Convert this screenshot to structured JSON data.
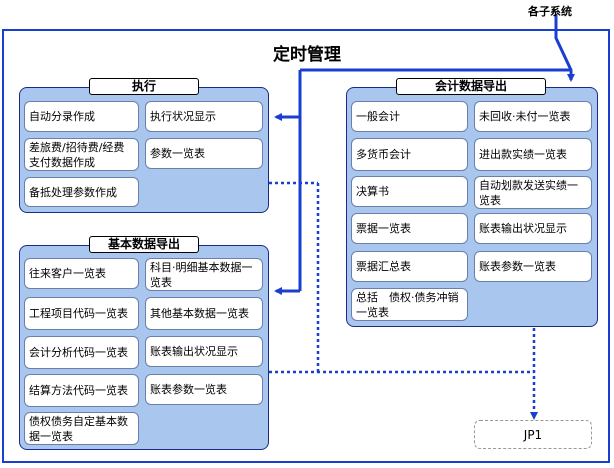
{
  "source_label": "各子系统",
  "main_title": "定时管理",
  "exec": {
    "title": "执行",
    "items": [
      "自动分录作成",
      "执行状况显示",
      "差旅费/招待费/经费支付数据作成",
      "参数一览表",
      "备抵处理参数作成"
    ]
  },
  "basic": {
    "title": "基本数据导出",
    "items": [
      "往来客户一览表",
      "科目·明细基本数据一览表",
      "工程项目代码一览表",
      "其他基本数据一览表",
      "会计分析代码一览表",
      "账表输出状况显示",
      "结算方法代码一览表",
      "账表参数一览表",
      "债权债务自定基本数据一览表"
    ]
  },
  "acct": {
    "title": "会计数据导出",
    "items": [
      "一般会计",
      "未回收·未付一览表",
      "多货币会计",
      "进出款实绩一览表",
      "决算书",
      "自动划款发送实绩一览表",
      "票据一览表",
      "账表输出状况显示",
      "票据汇总表",
      "账表参数一览表",
      "总括　债权·债务冲销一览表"
    ]
  },
  "jp1_label": "JP1"
}
